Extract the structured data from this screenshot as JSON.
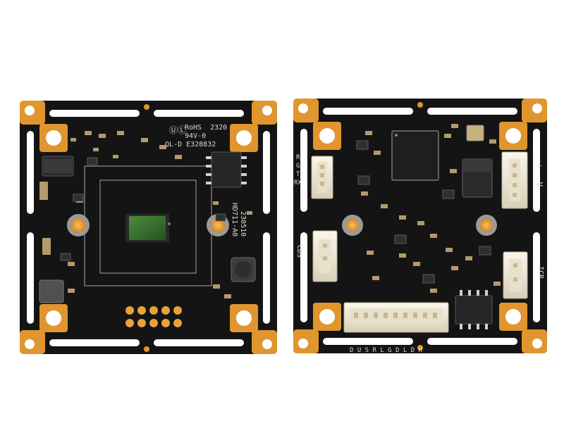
{
  "photo": {
    "left_board": {
      "markings": {
        "rohs": "RoHS",
        "date_code": "2320",
        "flammability": "94V-0",
        "cert": "QL-D E328832",
        "model": "HD711-A0",
        "batch": "230510"
      }
    },
    "right_board": {
      "uart_labels": [
        "R",
        "G",
        "T",
        "RX"
      ],
      "power_label": "+ - V-",
      "cds_label": "CDS",
      "icr_label": "ICR",
      "bottom_pins": "D U S R L G D L D H"
    },
    "colors": {
      "pcb": "#141414",
      "gold": "#e0952e",
      "gold_light": "#f1b04f",
      "silkscreen": "#d9d9d9",
      "connector": "#efe8d8",
      "sensor": "#3c7a33"
    }
  }
}
